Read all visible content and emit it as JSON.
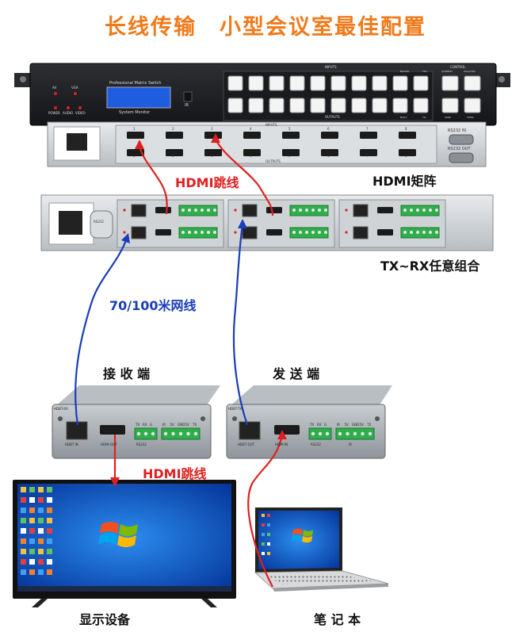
{
  "title": "长线传输　小型会议室最佳配置",
  "labels": {
    "hdmi_jumper_top": "HDMI跳线",
    "hdmi_matrix": "HDMI矩阵",
    "txrx_combo": "TX~RX任意组合",
    "network_cable": "70/100米网线",
    "receiver": "接 收 端",
    "sender": "发 送 端",
    "hdmi_jumper_bottom": "HDMI跳线",
    "display": "显示设备",
    "laptop": "笔 记 本"
  },
  "matrix_front": {
    "lcd_title": "Professional Matrix Switch",
    "monitor_label": "System Monitor",
    "ir_label": "IR",
    "led_labels": [
      "AV",
      "VGA"
    ],
    "indicator_labels": [
      "POWER",
      "AUDIO",
      "VIDEO"
    ],
    "inputs_label": "INPUTS",
    "outputs_label": "OUTPUTS",
    "control_label": "CONTROL",
    "control_keys": [
      "AV/MENU",
      "VGA/CTRL",
      "A/DB",
      "V/ESC"
    ],
    "key_labels": [
      "B/LOCK",
      "TO+",
      "B/ALL",
      "TO-"
    ]
  },
  "matrix_back": {
    "inputs_label": "INPUTS",
    "outputs_label": "OUTPUTS",
    "port_numbers": [
      "1",
      "2",
      "3",
      "4",
      "5",
      "6",
      "7",
      "8"
    ],
    "rs232_in": "RS232 IN",
    "rs232_out": "RS232 OUT"
  },
  "extender_chassis": {
    "rs232_port": "RS232"
  },
  "receiver_device": {
    "side_label": "HDBT-RX",
    "port_labels": [
      "HDBT IN",
      "HDMI OUT",
      "RS232"
    ],
    "terminal_labels": [
      "TX",
      "RX",
      "G",
      "IR",
      "5V",
      "GND",
      "5V",
      "TX"
    ]
  },
  "sender_device": {
    "side_label": "HDBT-TX",
    "port_labels": [
      "HDBT OUT",
      "HDMI IN",
      "RS232",
      "IR"
    ],
    "terminal_labels": [
      "TX",
      "RX",
      "G",
      "IR",
      "5V",
      "GND",
      "5V",
      "TX"
    ]
  },
  "colors": {
    "title": "#f07a1a",
    "hdmi_cable": "#e02020",
    "network_cable": "#1a3db8",
    "device_body": "#9aa3ab",
    "win_blue": "#0a5fd0"
  }
}
